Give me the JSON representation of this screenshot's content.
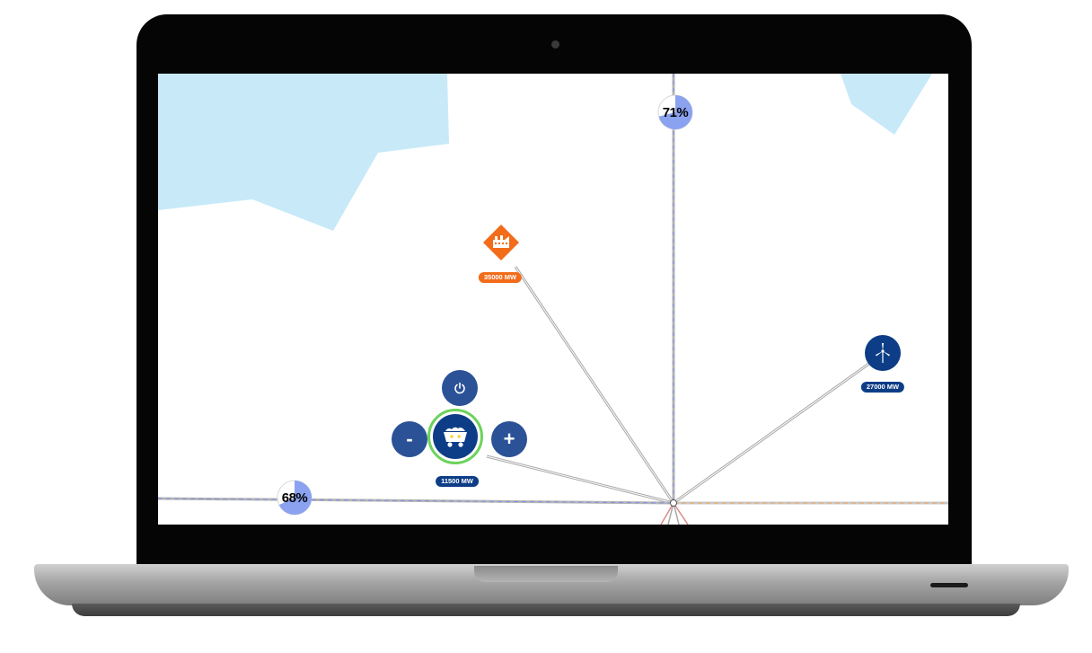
{
  "map": {
    "nodes": [
      {
        "id": "tower-top",
        "gauge_label": "71%",
        "load_fraction": 0.71
      },
      {
        "id": "tower-left",
        "gauge_label": "68%",
        "load_fraction": 0.68
      }
    ],
    "generators": [
      {
        "id": "factory",
        "icon": "factory-icon",
        "capacity_label": "35000 MW",
        "color": "#f26c1a"
      },
      {
        "id": "wind",
        "icon": "wind-turbine-icon",
        "capacity_label": "27000 MW",
        "color": "#0d3d86"
      },
      {
        "id": "coal",
        "icon": "coal-cart-icon",
        "capacity_label": "11500 MW",
        "color": "#0d3d86",
        "selected": true,
        "selection_color": "#6cd35a"
      }
    ],
    "controls": {
      "power_icon": "power-icon",
      "decrease_label": "-",
      "increase_label": "+"
    },
    "colors": {
      "water": "#c8eaf8",
      "line_blue": "#7d8ee8",
      "line_orange": "#f2a25a",
      "gauge_fill": "#8aa2f0"
    }
  }
}
